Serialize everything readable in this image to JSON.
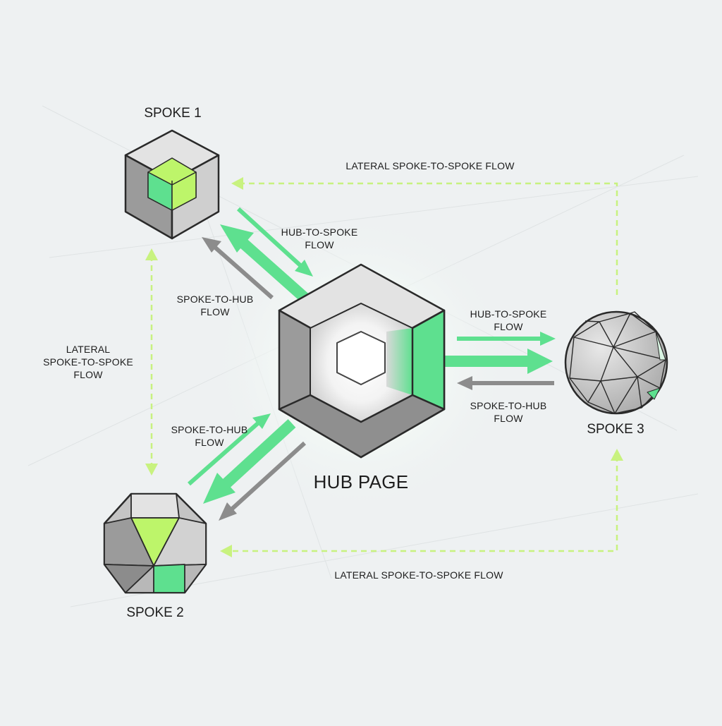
{
  "hub": {
    "title": "HUB PAGE"
  },
  "spokes": {
    "s1": "SPOKE 1",
    "s2": "SPOKE 2",
    "s3": "SPOKE 3"
  },
  "flows": {
    "lateral_top": "LATERAL SPOKE-TO-SPOKE FLOW",
    "lateral_bottom": "LATERAL SPOKE-TO-SPOKE FLOW",
    "lateral_left": "LATERAL\nSPOKE-TO-SPOKE\nFLOW",
    "hub_to_spoke_1": "HUB-TO-SPOKE\nFLOW",
    "spoke_to_hub_1": "SPOKE-TO-HUB\nFLOW",
    "hub_to_spoke_3": "HUB-TO-SPOKE\nFLOW",
    "spoke_to_hub_3": "SPOKE-TO-HUB\nFLOW",
    "spoke_to_hub_2": "SPOKE-TO-HUB\nFLOW"
  },
  "colors": {
    "green": "#5ee08f",
    "lime": "#bdf56a",
    "gray_arrow": "#8c8c8c",
    "dashed": "#c8f27f",
    "cube_light": "#e3e3e3",
    "cube_mid": "#c9c9c9",
    "cube_dark": "#9b9b9b",
    "outline": "#2a2a2a"
  }
}
